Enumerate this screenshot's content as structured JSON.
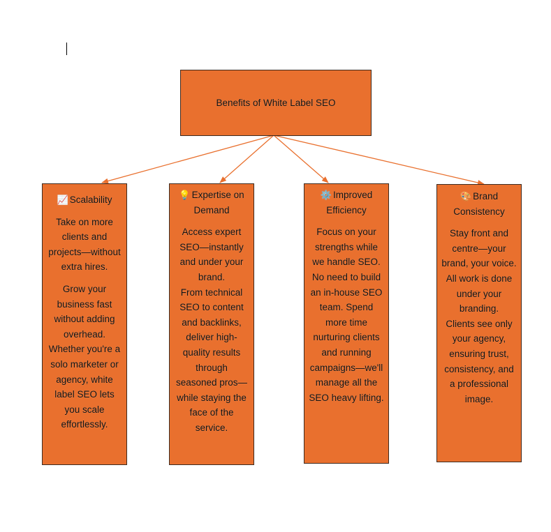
{
  "root": {
    "title": "Benefits of White Label SEO"
  },
  "cards": [
    {
      "icon": "📈",
      "title": "Scalability",
      "paragraphs": [
        "Take on more clients and projects—without extra hires.",
        "Grow your business fast without adding overhead. Whether you're a solo marketer or agency, white label SEO lets you scale effortlessly."
      ]
    },
    {
      "icon": "💡",
      "title": "Expertise on Demand",
      "paragraphs": [
        "Access expert SEO—instantly and under your brand.",
        "From technical SEO to content and backlinks, deliver high-quality results through seasoned pros—while staying the face of the service."
      ]
    },
    {
      "icon": "⚙️",
      "title": "Improved Efficiency",
      "paragraphs": [
        "Focus on your strengths while we handle SEO. No need to build an in-house SEO team. Spend more time nurturing clients and running campaigns—we'll manage all the SEO heavy lifting."
      ]
    },
    {
      "icon": "🎨",
      "title": "Brand Consistency",
      "paragraphs": [
        "Stay front and centre—your brand, your voice.",
        "All work is done under your branding.",
        "Clients see only your agency, ensuring trust, consistency, and a professional image."
      ]
    }
  ],
  "colors": {
    "box_fill": "#e9702e",
    "box_border": "#3d2a1f",
    "connector": "#e9702e"
  }
}
